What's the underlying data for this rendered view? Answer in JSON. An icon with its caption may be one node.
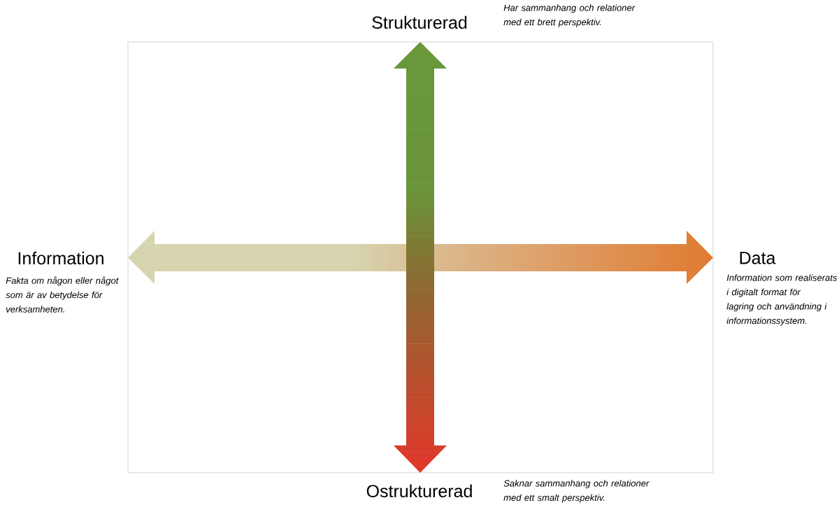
{
  "diagram": {
    "labels": [
      "Strukturerad",
      "Har sammanhang och relationer med ett brett perspektiv.",
      "Information",
      "Fakta om någon eller något som är av betydelse för verksamheten.",
      "Data",
      "Information som realiserats i digitalt format för lagring och användning i informationssystem.",
      "Ostrukturerad",
      "Saknar sammanhang och relationer med ett smalt perspektiv."
    ]
  }
}
